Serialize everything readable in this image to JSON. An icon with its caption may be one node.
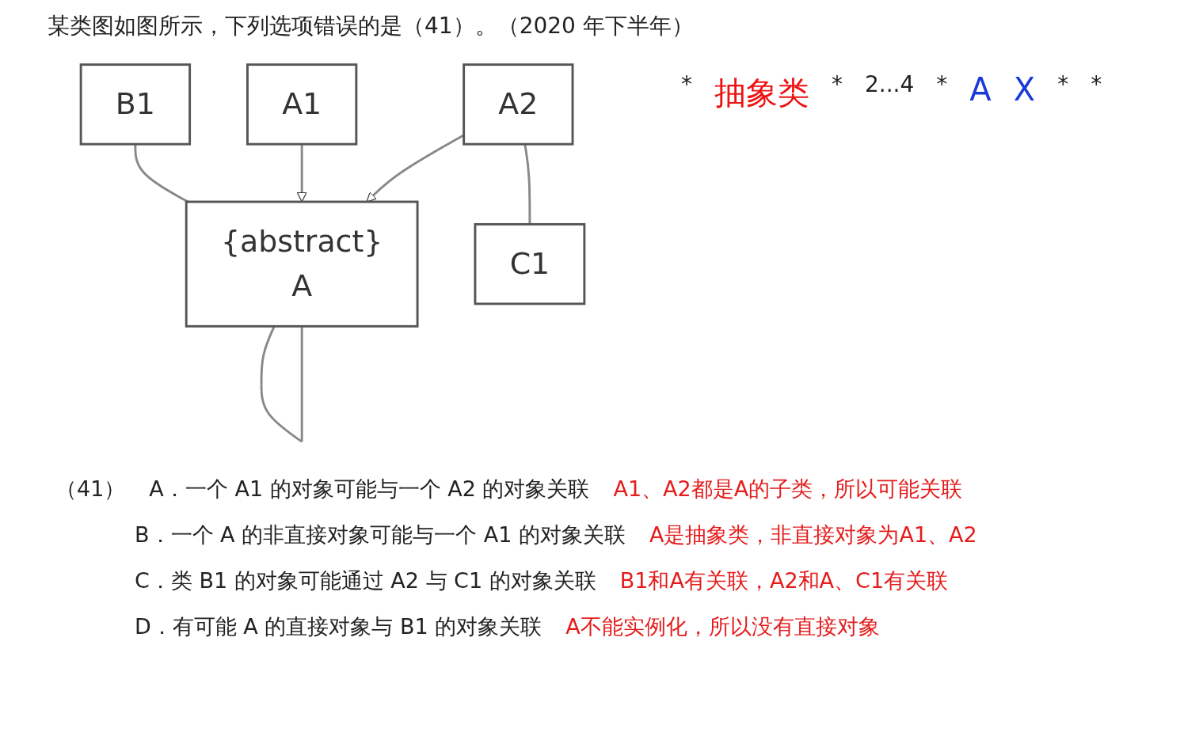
{
  "diagram": {
    "title": "某类图如图所示，下列选项错误的是（41）。（2020 年下半年）",
    "nodes": [
      {
        "text": [
          "B1"
        ]
      },
      {
        "text": [
          "{abstract}",
          "A"
        ]
      },
      {
        "text": [
          "A1"
        ]
      },
      {
        "text": [
          "A2"
        ]
      },
      {
        "text": [
          "C1"
        ]
      }
    ],
    "edges": [
      {
        "from": 0,
        "to": 1,
        "arrow": "none"
      },
      {
        "from": 1,
        "to": 1,
        "arrow": "none"
      },
      {
        "from": 2,
        "to": 1,
        "arrow": "to"
      },
      {
        "from": 3,
        "to": 1,
        "arrow": "to"
      },
      {
        "from": 3,
        "to": 4,
        "arrow": "none"
      }
    ],
    "labels": [
      "*",
      "抽象类",
      "*",
      "2...4",
      "*",
      "A",
      "X",
      "*",
      "*",
      "（41）",
      "A．一个 A1 的对象可能与一个 A2 的对象关联",
      "A1、A2都是A的子类，所以可能关联",
      "B．一个 A 的非直接对象可能与一个 A1 的对象关联",
      "A是抽象类，非直接对象为A1、A2",
      "C．类 B1 的对象可能通过 A2 与 C1 的对象关联",
      "B1和A有关联，A2和A、C1有关联",
      "D．有可能 A 的直接对象与 B1 的对象关联",
      "A不能实例化，所以没有直接对象"
    ]
  }
}
